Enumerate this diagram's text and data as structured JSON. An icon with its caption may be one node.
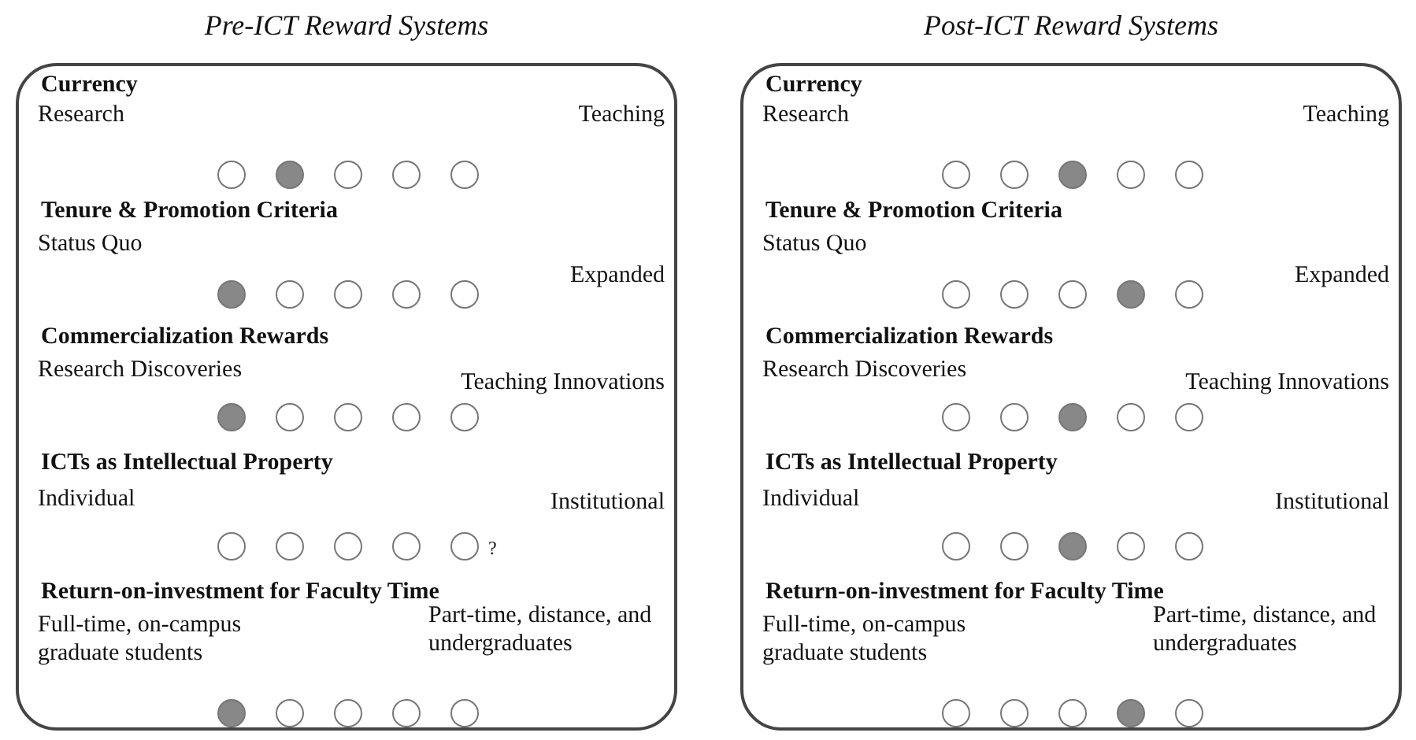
{
  "diagram": {
    "nodes": [
      {
        "text": [
          "Pre-ICT Reward Systems",
          "Currency",
          "Research",
          "Teaching",
          "Tenure & Promotion Criteria",
          "Status Quo",
          "Expanded",
          "Commercialization Rewards",
          "Research Discoveries",
          "Teaching Innovations",
          "ICTs as Intellectual Property",
          "Individual",
          "Institutional",
          "Return-on-investment for Faculty Time",
          "Full-time, on-campus graduate students",
          "Part-time, distance, and undergraduates"
        ]
      },
      {
        "text": [],
        "shape": "circle",
        "in": 0
      },
      {
        "text": [],
        "shape": "dot",
        "in": 0
      },
      {
        "text": [],
        "shape": "circle",
        "in": 0
      },
      {
        "text": [],
        "shape": "circle",
        "in": 0
      },
      {
        "text": [],
        "shape": "circle",
        "in": 0
      },
      {
        "text": [],
        "shape": "dot",
        "in": 0
      },
      {
        "text": [],
        "shape": "circle",
        "in": 0
      },
      {
        "text": [],
        "shape": "circle",
        "in": 0
      },
      {
        "text": [],
        "shape": "circle",
        "in": 0
      },
      {
        "text": [],
        "shape": "circle",
        "in": 0
      },
      {
        "text": [],
        "shape": "dot",
        "in": 0
      },
      {
        "text": [],
        "shape": "circle",
        "in": 0
      },
      {
        "text": [],
        "shape": "circle",
        "in": 0
      },
      {
        "text": [],
        "shape": "circle",
        "in": 0
      },
      {
        "text": [],
        "shape": "circle",
        "in": 0
      },
      {
        "text": [],
        "shape": "circle",
        "in": 0
      },
      {
        "text": [],
        "shape": "circle",
        "in": 0
      },
      {
        "text": [],
        "shape": "circle",
        "in": 0
      },
      {
        "text": [],
        "shape": "circle",
        "in": 0
      },
      {
        "text": [],
        "shape": "circle",
        "in": 0,
        "beside": [
          "?"
        ]
      },
      {
        "text": [],
        "shape": "dot",
        "in": 0
      },
      {
        "text": [],
        "shape": "circle",
        "in": 0
      },
      {
        "text": [],
        "shape": "circle",
        "in": 0
      },
      {
        "text": [],
        "shape": "circle",
        "in": 0
      },
      {
        "text": [],
        "shape": "circle",
        "in": 0
      },
      {
        "text": [
          "Post-ICT Reward Systems",
          "Currency",
          "Research",
          "Teaching",
          "Tenure & Promotion Criteria",
          "Status Quo",
          "Expanded",
          "Commercialization Rewards",
          "Research Discoveries",
          "Teaching Innovations",
          "ICTs as Intellectual Property",
          "Individual",
          "Institutional",
          "Return-on-investment for Faculty Time",
          "Full-time, on-campus graduate students",
          "Part-time, distance, and undergraduates"
        ]
      },
      {
        "text": [],
        "shape": "circle",
        "in": 26
      },
      {
        "text": [],
        "shape": "circle",
        "in": 26
      },
      {
        "text": [],
        "shape": "dot",
        "in": 26
      },
      {
        "text": [],
        "shape": "circle",
        "in": 26
      },
      {
        "text": [],
        "shape": "circle",
        "in": 26
      },
      {
        "text": [],
        "shape": "circle",
        "in": 26
      },
      {
        "text": [],
        "shape": "circle",
        "in": 26
      },
      {
        "text": [],
        "shape": "circle",
        "in": 26
      },
      {
        "text": [],
        "shape": "dot",
        "in": 26
      },
      {
        "text": [],
        "shape": "circle",
        "in": 26
      },
      {
        "text": [],
        "shape": "circle",
        "in": 26
      },
      {
        "text": [],
        "shape": "circle",
        "in": 26
      },
      {
        "text": [],
        "shape": "dot",
        "in": 26
      },
      {
        "text": [],
        "shape": "circle",
        "in": 26
      },
      {
        "text": [],
        "shape": "circle",
        "in": 26
      },
      {
        "text": [],
        "shape": "circle",
        "in": 26
      },
      {
        "text": [],
        "shape": "circle",
        "in": 26
      },
      {
        "text": [],
        "shape": "dot",
        "in": 26
      },
      {
        "text": [],
        "shape": "circle",
        "in": 26
      },
      {
        "text": [],
        "shape": "circle",
        "in": 26
      },
      {
        "text": [],
        "shape": "circle",
        "in": 26
      },
      {
        "text": [],
        "shape": "circle",
        "in": 26
      },
      {
        "text": [],
        "shape": "circle",
        "in": 26
      },
      {
        "text": [],
        "shape": "dot",
        "in": 26
      },
      {
        "text": [],
        "shape": "circle",
        "in": 26
      }
    ]
  }
}
